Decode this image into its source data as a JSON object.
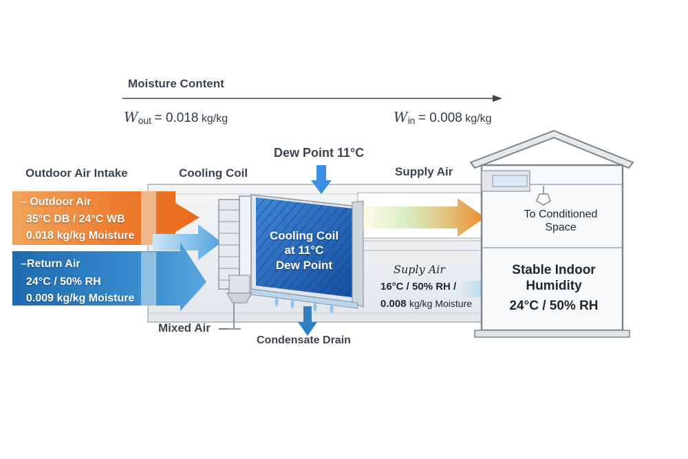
{
  "moisture": {
    "title": "Moisture Content",
    "w_out_symbol": "W",
    "w_out_sub": "out",
    "w_out_value": "= 0.018",
    "w_out_unit": "kg/kg",
    "w_in_symbol": "W",
    "w_in_sub": "in",
    "w_in_value": "= 0.008",
    "w_in_unit": "kg/kg"
  },
  "headers": {
    "outdoor_intake": "Outdoor Air Intake",
    "cooling_coil": "Cooling Coil",
    "dew_point": "Dew Point  11°C",
    "supply_air": "Supply Air"
  },
  "outdoor_air": {
    "title": "– Outdoor Air",
    "line1": "35°C DB / 24°C WB",
    "line2": "0.018 kg/kg Moisture"
  },
  "return_air": {
    "title": "–Return Air",
    "line1": "24°C / 50% RH",
    "line2": "0.009 kg/kg Moisture"
  },
  "coil": {
    "line1": "Cooling Coil",
    "line2": "at 11°C",
    "line3": "Dew Point"
  },
  "supply": {
    "title": "Suply Air",
    "line1": "16°C / 50% RH /",
    "line2_value": "0.008",
    "line2_unit": "kg/kg Moisture"
  },
  "space": {
    "to_conditioned_1": "To Conditioned",
    "to_conditioned_2": "Space",
    "stable_1": "Stable Indoor",
    "stable_2": "Humidity",
    "stable_3": "24°C / 50% RH"
  },
  "mixed_air": "Mixed Air",
  "condensate_drain": "Condensate Drain",
  "colors": {
    "outdoor_orange": "#ec7a2c",
    "return_blue": "#2f7fc1",
    "coil_blue": "#1f5fb0",
    "duct_gray": "#8e959c"
  }
}
